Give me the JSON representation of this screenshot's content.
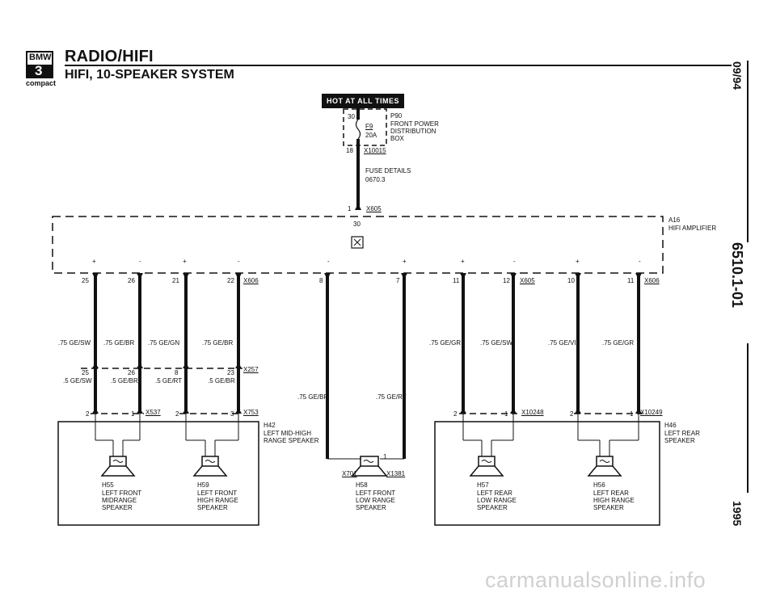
{
  "header": {
    "title": "RADIO/HIFI",
    "subtitle": "HIFI, 10-SPEAKER SYSTEM",
    "logo_text": "BMW",
    "logo_series": "3",
    "logo_sub": "compact"
  },
  "side": {
    "date": "09/94",
    "page": "6510.1-01",
    "year": "1995"
  },
  "hot_label": "HOT AT ALL TIMES",
  "fuse": {
    "pin_in": "30",
    "pin_out": "18",
    "name": "F9",
    "rating": "20A",
    "connector": "X10015",
    "box_code": "P90",
    "box_desc": "FRONT POWER DISTRIBUTION BOX",
    "details_label": "FUSE DETAILS",
    "details_ref": "0670.3"
  },
  "amp": {
    "pin_top": "1",
    "connector_top": "X605",
    "pin_30": "30",
    "code": "A16",
    "desc": "HIFI AMPLIFIER",
    "polarity": [
      "+",
      "-",
      "+",
      "-",
      "-",
      "+",
      "+",
      "-",
      "+",
      "-"
    ]
  },
  "pins": {
    "p25": "25",
    "p26": "26",
    "p21": "21",
    "p22": "22",
    "x606a": "X606",
    "p8": "8",
    "p7": "7",
    "p11": "11",
    "p12": "12",
    "x605b": "X605",
    "p10": "10",
    "p11b": "11",
    "x606b": "X606",
    "q25": "25",
    "q26": "26",
    "q8": "8",
    "q23": "23",
    "x257": "X257",
    "s2a": "2",
    "s1a": "1",
    "x537": "X537",
    "s2b": "2",
    "s3b": "3",
    "x753": "X753",
    "s2c": "2",
    "s1c": "1",
    "x10248": "X10248",
    "s2d": "2",
    "s1d": "1",
    "x10249": "X10249",
    "x701": "X701",
    "x1381": "X1381",
    "s1e": "1"
  },
  "wires": {
    "w1": ".75 GE/SW",
    "w2": ".75 GE/BR",
    "w3": ".75 GE/GN",
    "w4": ".75 GE/BR",
    "w5": ".5 GE/SW",
    "w6": ".5 GE/BR",
    "w7": ".5 GE/RT",
    "w8": ".5 GE/BR",
    "w9": ".75 GE/BR",
    "w10": ".75 GE/RT",
    "w11": ".75 GE/GR",
    "w12": ".75 GE/SW",
    "w13": ".75 GE/VI",
    "w14": ".75 GE/GR"
  },
  "speakers": {
    "h42": "H42",
    "h42_desc": "LEFT MID-HIGH RANGE SPEAKER",
    "h55": "H55",
    "h55_desc": "LEFT FRONT MIDRANGE SPEAKER",
    "h59": "H59",
    "h59_desc": "LEFT FRONT HIGH RANGE SPEAKER",
    "h58": "H58",
    "h58_desc": "LEFT FRONT LOW RANGE SPEAKER",
    "h46": "H46",
    "h46_desc": "LEFT REAR SPEAKER",
    "h57": "H57",
    "h57_desc": "LEFT REAR LOW RANGE SPEAKER",
    "h56": "H56",
    "h56_desc": "LEFT REAR HIGH RANGE SPEAKER"
  },
  "watermark": "carmanualsonline.info"
}
